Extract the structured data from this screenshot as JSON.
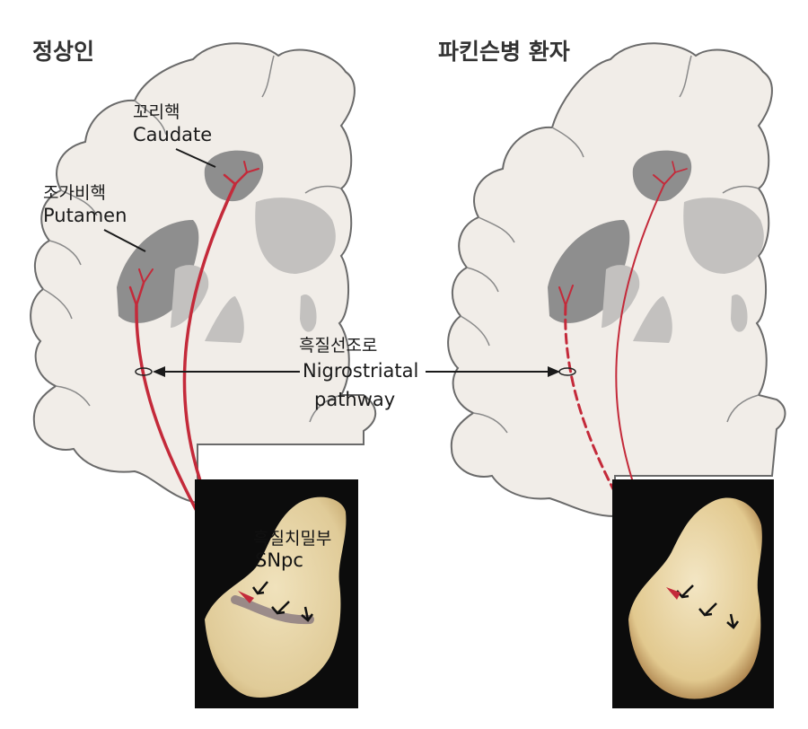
{
  "panels": {
    "left_title": "정상인",
    "right_title": "파킨슨병 환자"
  },
  "labels": {
    "caudate_ko": "꼬리핵",
    "caudate_en": "Caudate",
    "putamen_ko": "조가비핵",
    "putamen_en": "Putamen",
    "pathway_ko": "흑질선조로",
    "pathway_en_line1": "Nigrostriatal",
    "pathway_en_line2": "pathway",
    "snpc_ko": "흑질치밀부",
    "snpc_en": "SNpc"
  },
  "colors": {
    "brain_fill": "#f1ede8",
    "brain_outline": "#6a6a6a",
    "nucleus_dark": "#8e8e8e",
    "nucleus_light": "#c3c1bf",
    "pathway_red": "#c42a3a",
    "photo_background": "#0c0c0c",
    "tissue": "#e6d4a6"
  }
}
